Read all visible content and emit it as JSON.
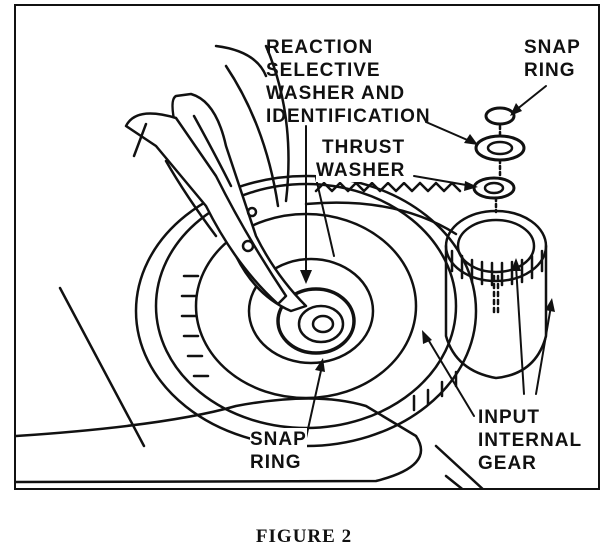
{
  "labels": {
    "reaction_washer": [
      "REACTION",
      "SELECTIVE",
      "WASHER AND",
      "IDENTIFICATION"
    ],
    "snap_ring_top": [
      "SNAP",
      "RING"
    ],
    "thrust_washer": [
      "THRUST",
      "WASHER"
    ],
    "snap_ring_bottom": [
      "SNAP",
      "RING"
    ],
    "input_internal_gear": [
      "INPUT",
      "INTERNAL",
      "GEAR"
    ]
  },
  "caption": "FIGURE 2",
  "colors": {
    "ink": "#111111",
    "paper": "#ffffff"
  }
}
